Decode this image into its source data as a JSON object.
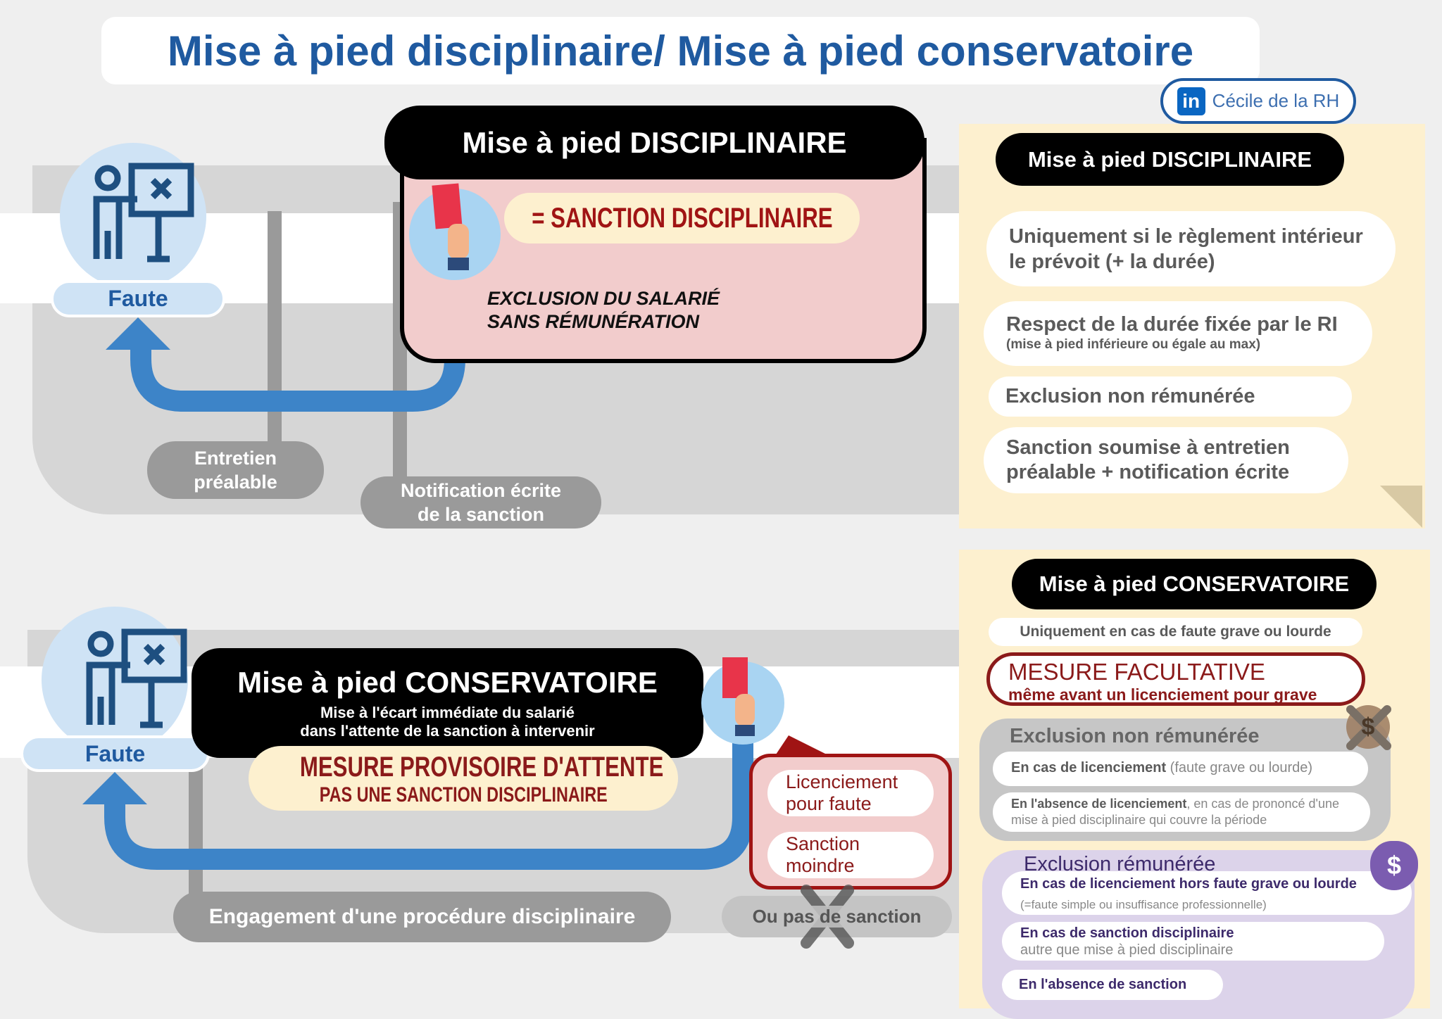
{
  "title": "Mise à pied disciplinaire/ Mise à pied conservatoire",
  "badge": {
    "icon": "linkedin-icon",
    "text": "Cécile de la RH",
    "color": "#0a66c2"
  },
  "colors": {
    "title": "#1f5aa0",
    "accent_blue": "#3d84c8",
    "dark_red": "#8b1a1a",
    "panel": "#fdf0cf",
    "pink": "#f2cccc",
    "purple": "#dcd3ea"
  },
  "top": {
    "faute": "Faute",
    "header": "Mise à pied DISCIPLINAIRE",
    "sanction": "= SANCTION DISCIPLINAIRE",
    "exclusion_line1": "EXCLUSION DU SALARIÉ",
    "exclusion_line2": "SANS RÉMUNÉRATION",
    "entretien": "Entretien préalable",
    "notification": "Notification écrite de la sanction"
  },
  "panel_top": {
    "header": "Mise à pied DISCIPLINAIRE",
    "items": [
      {
        "main": "Uniquement si le règlement intérieur le prévoit (+ la durée)"
      },
      {
        "main": "Respect de la durée fixée par le RI",
        "sub": "(mise à pied inférieure ou égale au max)"
      },
      {
        "main": "Exclusion non rémunérée"
      },
      {
        "main": "Sanction soumise à entretien préalable + notification écrite"
      }
    ]
  },
  "bottom": {
    "faute": "Faute",
    "header": "Mise à pied CONSERVATOIRE",
    "sub1": "Mise à l'écart immédiate du salarié",
    "sub2": "dans l'attente de la sanction à intervenir",
    "mesure": "MESURE PROVISOIRE D'ATTENTE",
    "pas_sanction": "PAS UNE SANCTION DISCIPLINAIRE",
    "outcomes": [
      "Licenciement pour faute",
      "Sanction moindre"
    ],
    "engagement": "Engagement d'une procédure disciplinaire",
    "ou_pas": "Ou pas de sanction"
  },
  "panel_bottom": {
    "header": "Mise à pied CONSERVATOIRE",
    "uniquement": "Uniquement en cas de faute grave ou lourde",
    "facultative_title": "MESURE FACULTATIVE",
    "facultative_sub": "même avant un licenciement pour grave",
    "non_remuneree": {
      "title": "Exclusion non rémunérée",
      "items": [
        {
          "bold": "En cas de licenciement",
          "rest": " (faute grave ou lourde)"
        },
        {
          "bold": "En l'absence de licenciement",
          "rest": ", en cas de prononcé d'une mise à pied disciplinaire qui couvre la période"
        }
      ]
    },
    "remuneree": {
      "title": "Exclusion rémunérée",
      "items": [
        {
          "bold": "En cas de licenciement hors faute grave ou lourde",
          "rest": " (=faute simple ou insuffisance professionnelle)"
        },
        {
          "bold": "En cas de sanction disciplinaire",
          "rest": " autre que mise à pied disciplinaire"
        },
        {
          "bold": "En l'absence de sanction",
          "rest": ""
        }
      ]
    }
  }
}
